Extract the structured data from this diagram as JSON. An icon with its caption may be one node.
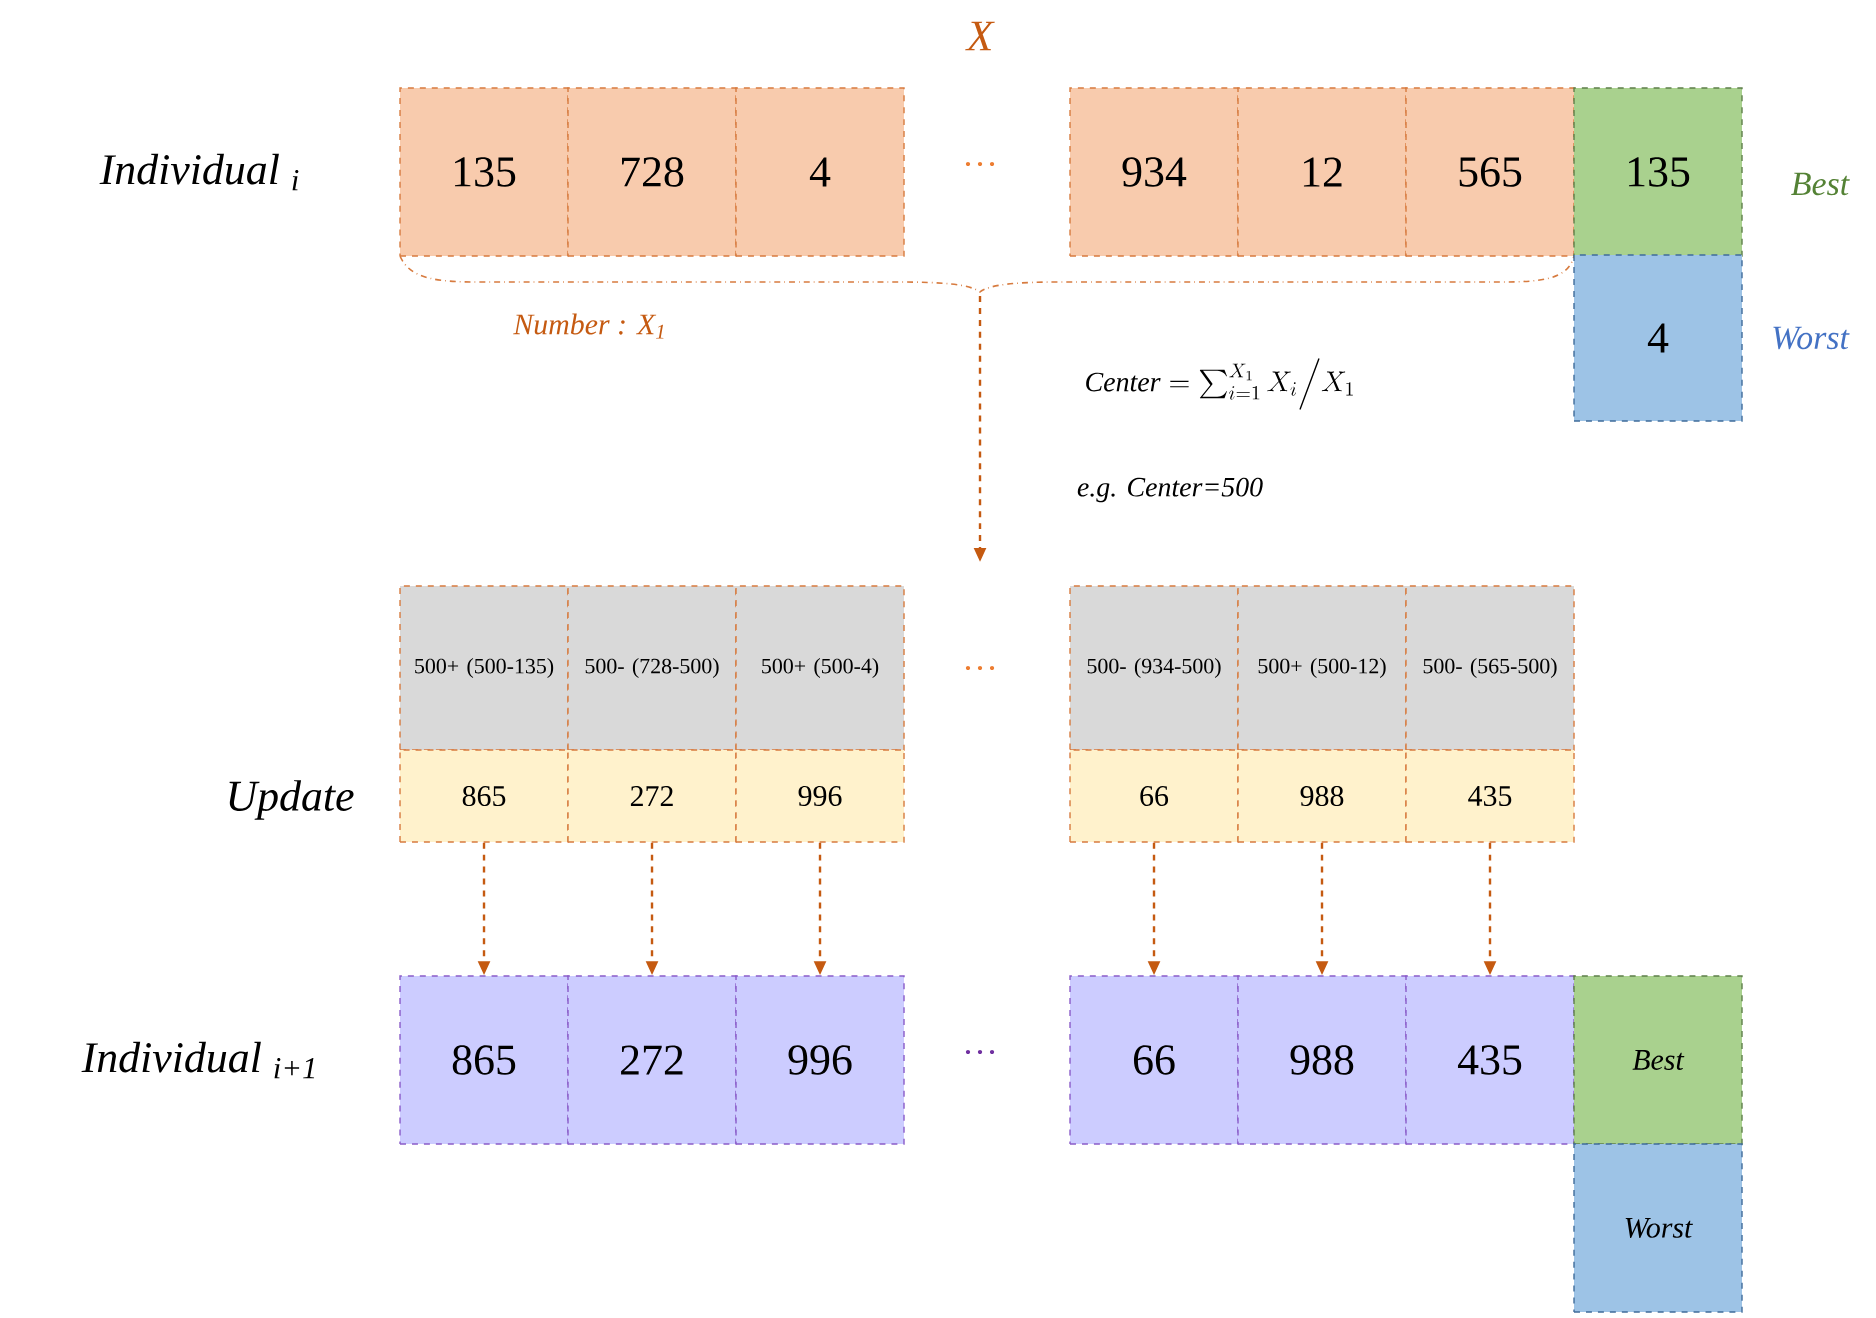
{
  "diagram": {
    "nodes": [
      {
        "text": [
          "135"
        ]
      },
      {
        "text": [
          "728"
        ]
      },
      {
        "text": [
          "4"
        ]
      },
      {
        "text": [
          "934"
        ]
      },
      {
        "text": [
          "12"
        ]
      },
      {
        "text": [
          "565"
        ]
      },
      {
        "text": [
          "135"
        ],
        "beside": [
          "Best"
        ]
      },
      {
        "text": [
          "4"
        ],
        "beside": [
          "Worst"
        ]
      },
      {
        "text": [
          "500+ (500-135)"
        ]
      },
      {
        "text": [
          "500- (728-500)"
        ]
      },
      {
        "text": [
          "500+ (500-4)"
        ]
      },
      {
        "text": [
          "500- (934-500)"
        ]
      },
      {
        "text": [
          "500+ (500-12)"
        ]
      },
      {
        "text": [
          "500- (565-500)"
        ]
      },
      {
        "text": [
          "865"
        ]
      },
      {
        "text": [
          "272"
        ]
      },
      {
        "text": [
          "996"
        ]
      },
      {
        "text": [
          "66"
        ]
      },
      {
        "text": [
          "988"
        ]
      },
      {
        "text": [
          "435"
        ]
      },
      {
        "text": [
          "865"
        ]
      },
      {
        "text": [
          "272"
        ]
      },
      {
        "text": [
          "996"
        ]
      },
      {
        "text": [
          "66"
        ]
      },
      {
        "text": [
          "988"
        ]
      },
      {
        "text": [
          "435"
        ]
      },
      {
        "text": [
          "Best"
        ]
      },
      {
        "text": [
          "Worst"
        ]
      }
    ],
    "edges": [
      {
        "from": 14,
        "to": 20,
        "arrow": "to",
        "style": "dashed"
      },
      {
        "from": 15,
        "to": 21,
        "arrow": "to",
        "style": "dashed"
      },
      {
        "from": 16,
        "to": 22,
        "arrow": "to",
        "style": "dashed"
      },
      {
        "from": 17,
        "to": 23,
        "arrow": "to",
        "style": "dashed"
      },
      {
        "from": 18,
        "to": 24,
        "arrow": "to",
        "style": "dashed"
      },
      {
        "from": 19,
        "to": 25,
        "arrow": "to",
        "style": "dashed"
      }
    ],
    "labels": [
      "X",
      "Individual $_{i}$",
      "…",
      "Number : X$_{1}$",
      "\\mathit{Center}=\\sum_{i=1}^{X_1}X_i\\Big/X_1",
      "e.g. Center=500",
      "…",
      "Update",
      "Individual $_{i+1}$",
      "…"
    ]
  }
}
